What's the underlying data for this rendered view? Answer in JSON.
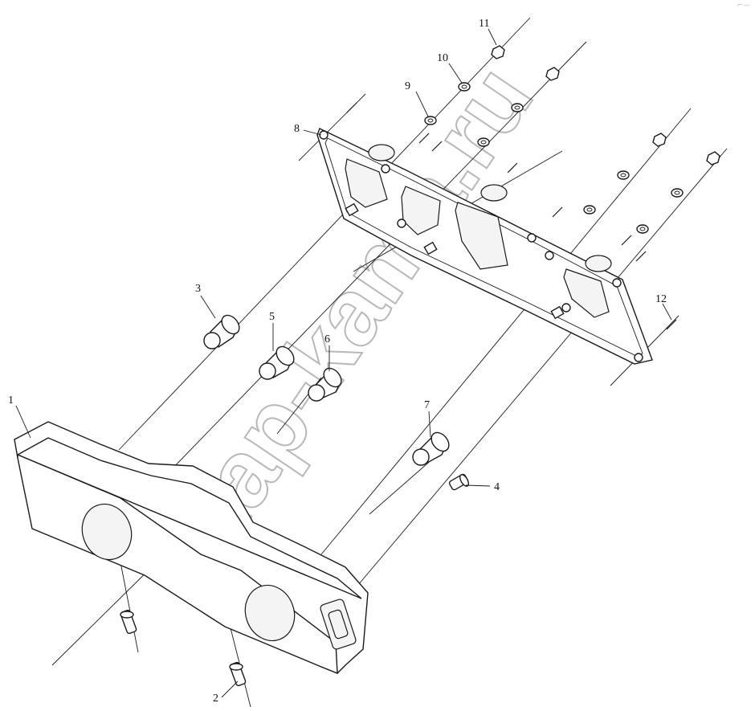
{
  "watermark": "Zap-kama.ru",
  "corner_mark": "⌐—",
  "callouts": [
    {
      "id": "1",
      "label": "1"
    },
    {
      "id": "2",
      "label": "2"
    },
    {
      "id": "3",
      "label": "3"
    },
    {
      "id": "4",
      "label": "4"
    },
    {
      "id": "5",
      "label": "5"
    },
    {
      "id": "6",
      "label": "6"
    },
    {
      "id": "7",
      "label": "7"
    },
    {
      "id": "8",
      "label": "8"
    },
    {
      "id": "9",
      "label": "9"
    },
    {
      "id": "10",
      "label": "10"
    },
    {
      "id": "11",
      "label": "11"
    },
    {
      "id": "12",
      "label": "12"
    }
  ]
}
